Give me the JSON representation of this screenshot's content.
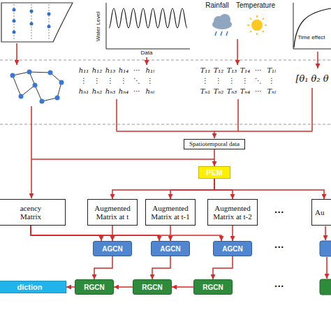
{
  "diagram": {
    "nodes": [
      {
        "text": [
          "Spatiotemporal data"
        ]
      },
      {
        "text": [
          "PEM"
        ]
      },
      {
        "text": [
          "acency Matrix"
        ]
      },
      {
        "text": [
          "Augmented Matrix at t"
        ]
      },
      {
        "text": [
          "Augmented Matrix at t-1"
        ]
      },
      {
        "text": [
          "Augmented Matrix at t-2"
        ]
      },
      {
        "text": [
          "Au"
        ]
      },
      {
        "text": [
          "AGCN"
        ]
      },
      {
        "text": [
          "AGCN"
        ]
      },
      {
        "text": [
          "AGCN"
        ]
      },
      {
        "text": [
          "diction"
        ]
      },
      {
        "text": [
          "RGCN"
        ]
      },
      {
        "text": [
          "RGCN"
        ]
      },
      {
        "text": [
          "RGCN"
        ]
      }
    ],
    "edges": [
      {
        "from": 0,
        "to": 1,
        "arrow": "to"
      },
      {
        "from": 1,
        "to": 3,
        "arrow": "to"
      },
      {
        "from": 1,
        "to": 4,
        "arrow": "to"
      },
      {
        "from": 1,
        "to": 5,
        "arrow": "to"
      },
      {
        "from": 1,
        "to": 6,
        "arrow": "to"
      },
      {
        "from": 2,
        "to": 7,
        "arrow": "to"
      },
      {
        "from": 2,
        "to": 8,
        "arrow": "to"
      },
      {
        "from": 2,
        "to": 9,
        "arrow": "to"
      },
      {
        "from": 3,
        "to": 7,
        "arrow": "to"
      },
      {
        "from": 4,
        "to": 8,
        "arrow": "to"
      },
      {
        "from": 5,
        "to": 9,
        "arrow": "to"
      },
      {
        "from": 7,
        "to": 11,
        "arrow": "to"
      },
      {
        "from": 8,
        "to": 12,
        "arrow": "to"
      },
      {
        "from": 9,
        "to": 13,
        "arrow": "to"
      },
      {
        "from": 13,
        "to": 12,
        "arrow": "to"
      },
      {
        "from": 12,
        "to": 11,
        "arrow": "to"
      },
      {
        "from": 11,
        "to": 10,
        "arrow": "to"
      }
    ],
    "labels": [
      "Water Level",
      "Data",
      "Rainfall",
      "Temperature",
      "Time effect",
      "h₁₁",
      "h₁₂",
      "h₁₃",
      "h₁₄",
      "⋯",
      "h₁ₗ",
      "⋮",
      "⋮",
      "⋮",
      "⋮",
      "⋱",
      "⋮",
      "hₙ₁",
      "hₙ₂",
      "hₙ₃",
      "hₙ₄",
      "⋯",
      "hₙₗ",
      "T₁₁",
      "T₁₂",
      "T₁₃",
      "T₁₄",
      "⋯",
      "T₁ₗ",
      "⋮",
      "⋮",
      "⋮",
      "⋮",
      "⋱",
      "⋮",
      "Tₙ₁",
      "Tₙ₂",
      "Tₙ₃",
      "Tₙ₄",
      "⋯",
      "Tₙₗ",
      "[θ₁ θ₂ θ",
      "···",
      "···",
      "···"
    ]
  }
}
